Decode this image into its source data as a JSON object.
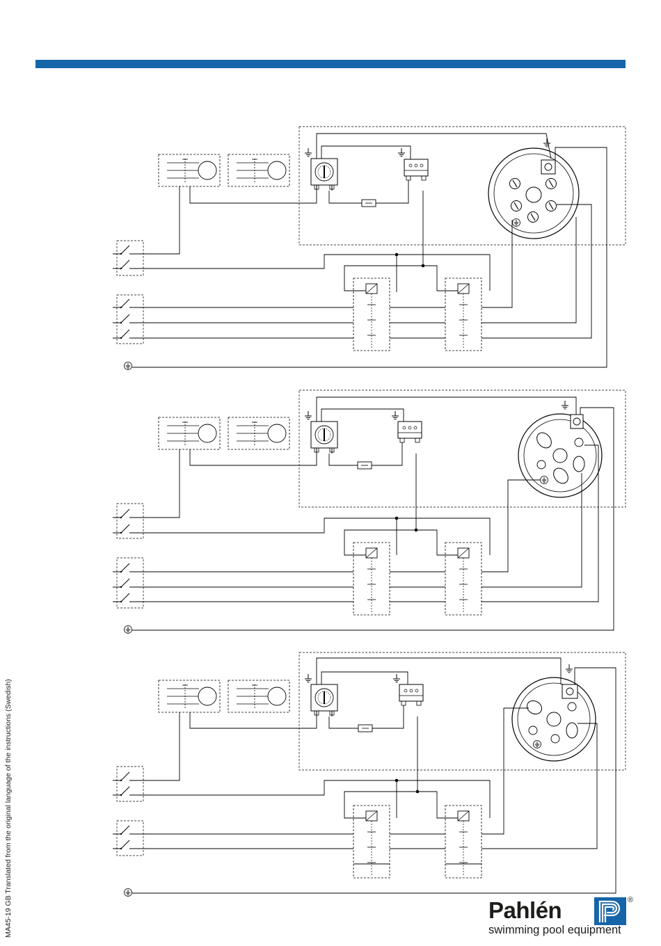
{
  "header": {
    "bar_color": "#1565a8"
  },
  "side_note": {
    "text": "MA45-19 GB Translated from the original language of the instructions (Swedish)"
  },
  "brand": {
    "name": "Pahlén",
    "tagline": "swimming pool equipment",
    "registered_mark": "®",
    "logo_color": "#1565a8",
    "logo_icon": "pahlen-p-logo-icon"
  },
  "diagrams": [
    {
      "id": "diagram-1",
      "three_phase_switches": 3,
      "outlet": "5-pin"
    },
    {
      "id": "diagram-2",
      "three_phase_switches": 3,
      "outlet": "5-pin-rotated"
    },
    {
      "id": "diagram-3",
      "three_phase_switches": 2,
      "outlet": "4-pin"
    }
  ],
  "symbols": {
    "earth": "earth-ground-icon",
    "switch": "switch-contact-icon",
    "relay": "relay-coil-icon",
    "motor": "motor-icon",
    "outlet": "power-outlet-icon"
  }
}
